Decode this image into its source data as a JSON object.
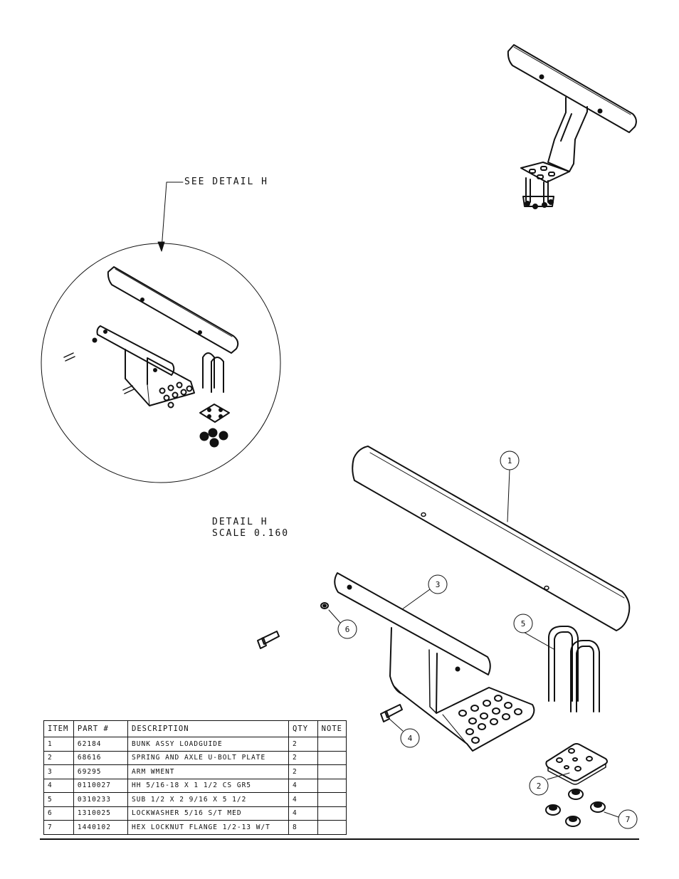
{
  "callouts": {
    "see_detail": "SEE DETAIL  H",
    "detail_title": "DETAIL  H",
    "detail_scale": "SCALE  0.160"
  },
  "balloons": [
    "1",
    "2",
    "3",
    "4",
    "5",
    "6",
    "7"
  ],
  "bom": {
    "headers": [
      "ITEM",
      "PART #",
      "DESCRIPTION",
      "QTY",
      "NOTE"
    ],
    "rows": [
      {
        "item": "1",
        "part": "62184",
        "description": "BUNK ASSY   LOADGUIDE",
        "qty": "2",
        "note": ""
      },
      {
        "item": "2",
        "part": "68616",
        "description": "SPRING AND AXLE U-BOLT PLATE",
        "qty": "2",
        "note": ""
      },
      {
        "item": "3",
        "part": "69295",
        "description": "ARM WMENT",
        "qty": "2",
        "note": ""
      },
      {
        "item": "4",
        "part": "0110027",
        "description": "HH 5/16-18 X 1 1/2 CS GR5",
        "qty": "4",
        "note": ""
      },
      {
        "item": "5",
        "part": "0310233",
        "description": "SUB 1/2 X 2 9/16 X 5 1/2",
        "qty": "4",
        "note": ""
      },
      {
        "item": "6",
        "part": "1310025",
        "description": "LOCKWASHER 5/16 S/T MED",
        "qty": "4",
        "note": ""
      },
      {
        "item": "7",
        "part": "1440102",
        "description": "HEX LOCKNUT FLANGE 1/2-13 W/T",
        "qty": "8",
        "note": ""
      }
    ]
  }
}
